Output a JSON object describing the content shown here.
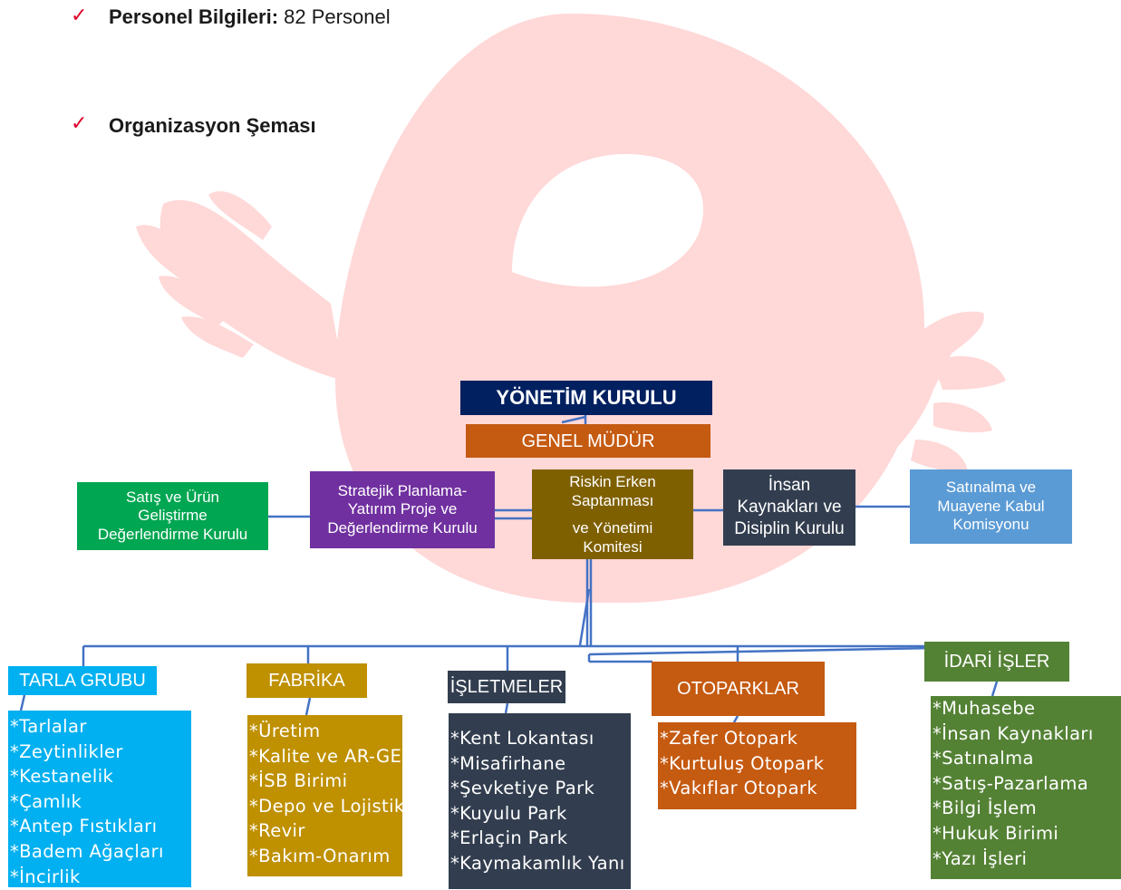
{
  "bullets": [
    {
      "label": "Personel Bilgileri:",
      "value": " 82 Personel"
    },
    {
      "label": "Organizasyon Şeması",
      "value": ""
    }
  ],
  "colors": {
    "navy": "#002060",
    "orange": "#c55a11",
    "green": "#00a651",
    "purple": "#7030a0",
    "olive": "#7f6000",
    "slate": "#323e4f",
    "lightblue": "#5b9bd5",
    "cyan": "#00b0f0",
    "gold": "#bf9000",
    "darkgreen": "#548235",
    "watermark": "#ffd5d5",
    "line": "#4472c4"
  },
  "chart": {
    "top": "YÖNETİM KURULU",
    "gm": "GENEL MÜDÜR",
    "committees": {
      "sales": [
        "Satış ve Ürün",
        "Geliştirme",
        "Değerlendirme Kurulu"
      ],
      "strategy": [
        "Stratejik Planlama-",
        "Yatırım Proje ve",
        "Değerlendirme Kurulu"
      ],
      "risk": [
        "Riskin Erken",
        "Saptanması",
        "ve Yönetimi",
        "Komitesi"
      ],
      "hr": [
        "İnsan",
        "Kaynakları ve",
        "Disiplin Kurulu"
      ],
      "purchase": [
        "Satınalma ve",
        "Muayene Kabul",
        "Komisyonu"
      ]
    },
    "units": {
      "tarla": {
        "title": "TARLA GRUBU",
        "items": [
          "*Tarlalar",
          "*Zeytinlikler",
          "*Kestanelik",
          "*Çamlık",
          "*Antep Fıstıkları",
          "*Badem Ağaçları",
          "*İncirlik"
        ]
      },
      "fabrika": {
        "title": "FABRİKA",
        "items": [
          "*Üretim",
          "*Kalite ve AR-GE",
          "*İSB Birimi",
          "*Depo ve Lojistik",
          "*Revir",
          "*Bakım-Onarım"
        ]
      },
      "isletmeler": {
        "title": "İŞLETMELER",
        "items": [
          "*Kent Lokantası",
          "*Misafirhane",
          "*Şevketiye Park",
          "*Kuyulu Park",
          "*Erlaçin Park",
          "*Kaymakamlık Yanı"
        ]
      },
      "otopark": {
        "title": "OTOPARKLAR",
        "items": [
          "*Zafer Otopark",
          "*Kurtuluş Otopark",
          "*Vakıflar Otopark"
        ]
      },
      "idari": {
        "title": "İDARİ İŞLER",
        "items": [
          "*Muhasebe",
          "*İnsan Kaynakları",
          "*Satınalma",
          "*Satış-Pazarlama",
          "*Bilgi İşlem",
          "*Hukuk Birimi",
          "*Yazı İşleri"
        ]
      }
    }
  }
}
